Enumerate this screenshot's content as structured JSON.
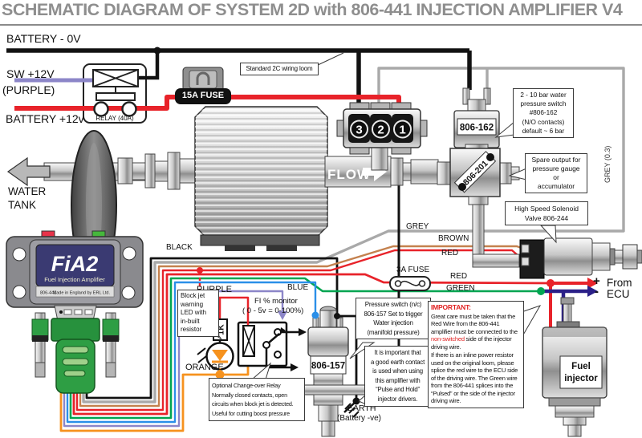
{
  "title": "SCHEMATIC DIAGRAM OF SYSTEM 2D with  806-441 INJECTION  AMPLIFIER V4",
  "labels": {
    "battery_0v": "BATTERY - 0V",
    "sw_12v": "SW +12V",
    "purple_paren": "(PURPLE)",
    "battery_12v": "BATTERY +12v",
    "relay": "RELAY (40A)",
    "fuse15": "15A FUSE",
    "water": "WATER",
    "tank": "TANK",
    "flow": "FLOW",
    "black": "BLACK",
    "grey": "GREY",
    "brown": "BROWN",
    "red_a": "RED",
    "fuse3": "3A FUSE",
    "red_b": "RED",
    "green": "GREEN",
    "blue": "BLUE",
    "purple": "PURPLE",
    "orange": "ORANGE",
    "grey03": "GREY (0.3)",
    "earth": "EARTH",
    "battery_ve": "(Battery -ve)",
    "plus": "+",
    "from": "From",
    "minus": "-",
    "ecu": "ECU",
    "c3": "3",
    "c2": "2",
    "c1": "1",
    "d162": "806-162",
    "d201": "806-201",
    "d157": "806-157",
    "r1k": "1K",
    "fi_monitor": "FI % monitor",
    "fi_range": "( 0 - 5v = 0-100%)",
    "fuel_l1": "Fuel",
    "fuel_l2": "injector"
  },
  "fia2": {
    "logo": "FiA2",
    "sub": "Fuel Injection Amplifier",
    "part": "806-441",
    "made": "Made in England by ERL Ltd."
  },
  "callouts": {
    "loom": "Standard 2C wiring loom",
    "c162": [
      "2 - 10 bar  water",
      "pressure switch",
      "#806-162",
      "(N/O contacts)",
      "default ~ 6 bar"
    ],
    "spare": [
      "Spare output for",
      "pressure gauge",
      "or",
      "accumulator"
    ],
    "solenoid": [
      "High Speed Solenoid",
      "Valve  806-244"
    ],
    "blockjet": [
      "Block jet",
      "warning",
      "LED with",
      "in-built",
      "resistor"
    ],
    "optrelay": [
      "Optional Change-over Relay",
      "Normally closed contacts, open",
      "circuits  when block jet is detected.",
      "Useful for cutting boost pressure"
    ],
    "pswitch": [
      "Pressure switch (n/c)",
      "806-157 Set to trigger",
      "Water injection",
      "(manifold pressure)"
    ],
    "earthnote": [
      "It is important that",
      "a good earth contact",
      "is used when using",
      "this amplifier with",
      "“Pulse and Hold”",
      "injector drivers."
    ],
    "important": {
      "title": "IMPORTANT:",
      "p1": "Great care must be taken that the Red Wire from the 806-441 amplifier must be connected  to the ",
      "hl": "non-switched",
      "p2": " side of the injector driving wire.",
      "p3": "If there is an inline power resistor used on the original loom, please splice the red wire to the ECU side of the driving wire.  The Green wire from the 806-441 splices into the “Pulsed” or the side of the injector driving wire."
    }
  },
  "colors": {
    "red": "#e8232a",
    "black": "#121212",
    "purple": "#8c86c8",
    "grey_wire": "#a9a9a9",
    "brown": "#c4814e",
    "green": "#00a551",
    "blue": "#2b8fe8",
    "navy": "#2b2088",
    "orange": "#f6921e",
    "title_grey": "#8e8e8e"
  }
}
